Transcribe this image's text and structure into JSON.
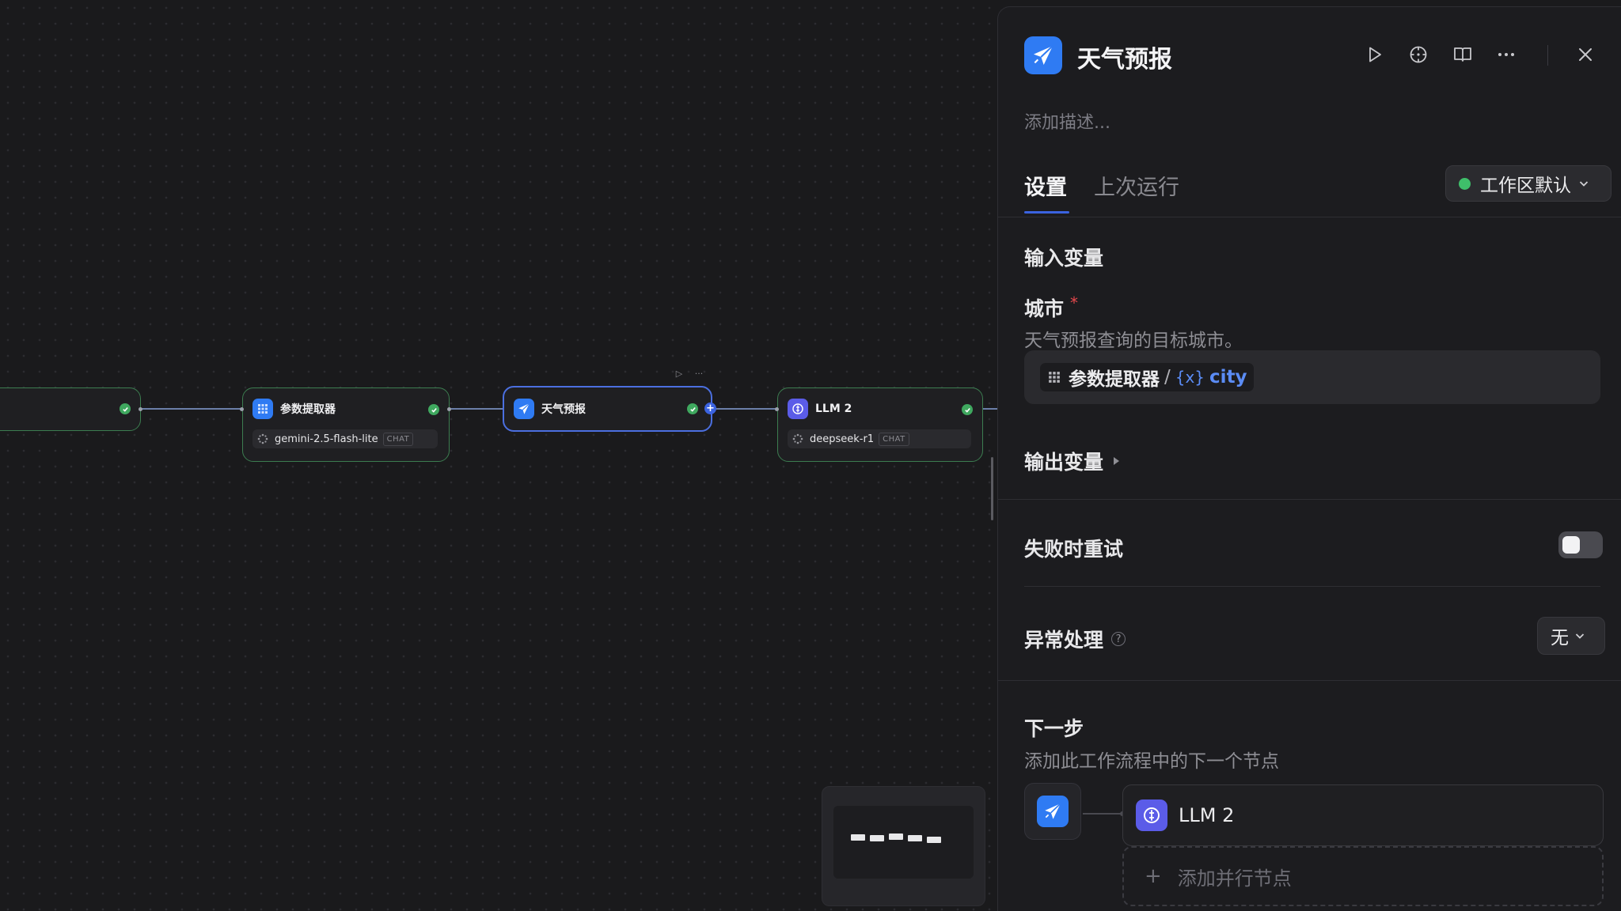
{
  "canvas": {
    "nodes": {
      "start": {
        "title": ""
      },
      "param_extractor": {
        "title": "参数提取器",
        "model": "gemini-2.5-flash-lite",
        "tag": "CHAT"
      },
      "weather": {
        "title": "天气预报"
      },
      "llm2": {
        "title": "LLM 2",
        "model": "deepseek-r1",
        "tag": "CHAT"
      }
    },
    "add_handle": "+",
    "toolbar": {
      "run_glyph": "▷",
      "more_glyph": "···"
    }
  },
  "panel": {
    "title": "天气预报",
    "description_placeholder": "添加描述...",
    "tabs": [
      {
        "label": "设置"
      },
      {
        "label": "上次运行"
      }
    ],
    "workspace_select": {
      "label": "工作区默认",
      "status_color": "#3fbf6a"
    },
    "input_vars": {
      "title": "输入变量",
      "field": {
        "label": "城市",
        "required_mark": "*",
        "description": "天气预报查询的目标城市。",
        "chip_source": "参数提取器",
        "chip_separator": "/",
        "chip_var_icon": "{x}",
        "chip_var": "city"
      }
    },
    "output_vars": {
      "title": "输出变量"
    },
    "retry": {
      "label": "失败时重试",
      "enabled": false
    },
    "error_handling": {
      "label": "异常处理",
      "help": "?",
      "value": "无"
    },
    "next_step": {
      "title": "下一步",
      "description": "添加此工作流程中的下一个节点",
      "next_node": "LLM 2",
      "add_parallel_plus": "+",
      "add_parallel": "添加并行节点"
    }
  },
  "colors": {
    "accent": "#3b63e0",
    "success": "#3fa85f",
    "node_icon_blue": "#2f7bf3",
    "llm_icon": "#5b5ce8"
  }
}
